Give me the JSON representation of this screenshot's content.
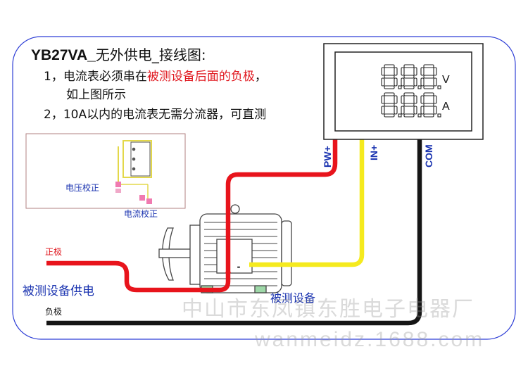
{
  "title": {
    "model": "YB27VA_",
    "rest": "无外供电_接线图:"
  },
  "notes": {
    "line1_prefix": "1，电流表必须串在",
    "line1_highlight": "被测设备后面的负极",
    "line1_suffix": "，",
    "line1_cont": "如上图所示",
    "line2": "2，10A以内的电流表无需分流器，可直测"
  },
  "meter": {
    "unit_top": "V",
    "unit_bottom": "A"
  },
  "wires": {
    "pw_label": "PW+",
    "in_label": "IN+",
    "com_label": "COM"
  },
  "inset": {
    "voltage_cal": "电压校正",
    "current_cal": "电流校正"
  },
  "supply": {
    "positive": "正极",
    "negative": "负极",
    "label": "被测设备供电"
  },
  "device": {
    "label": "被测设备",
    "plus": "+",
    "minus": "-"
  },
  "watermark": {
    "company": "中山市东凤镇东胜电子电器厂",
    "site": "wanmeidz.1688.com"
  },
  "colors": {
    "wire_red": "#e8141c",
    "wire_yellow": "#f5ea1e",
    "wire_black": "#151515",
    "frame": "#2f3fd6",
    "text_blue": "#1a33b0"
  }
}
